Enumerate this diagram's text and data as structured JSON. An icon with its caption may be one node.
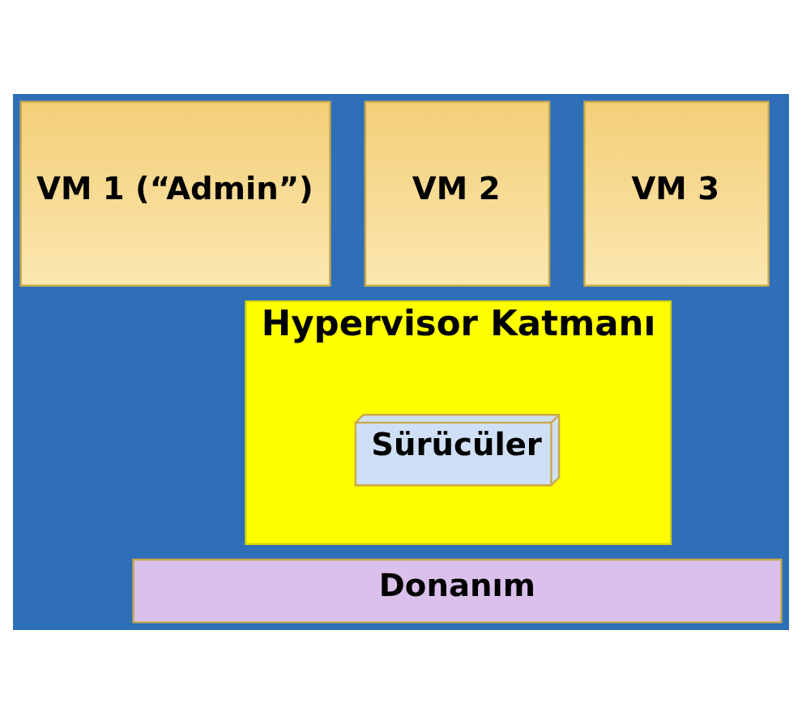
{
  "diagram": {
    "nodes": [
      {
        "text": [
          "VM 1 (“Admin”)"
        ]
      },
      {
        "text": [
          "VM 2"
        ]
      },
      {
        "text": [
          "VM 3"
        ]
      },
      {
        "text": [
          "Hypervisor Katmanı"
        ]
      },
      {
        "text": [
          "Sürücüler"
        ],
        "in": 3
      },
      {
        "text": [
          "Donanım"
        ]
      }
    ]
  }
}
